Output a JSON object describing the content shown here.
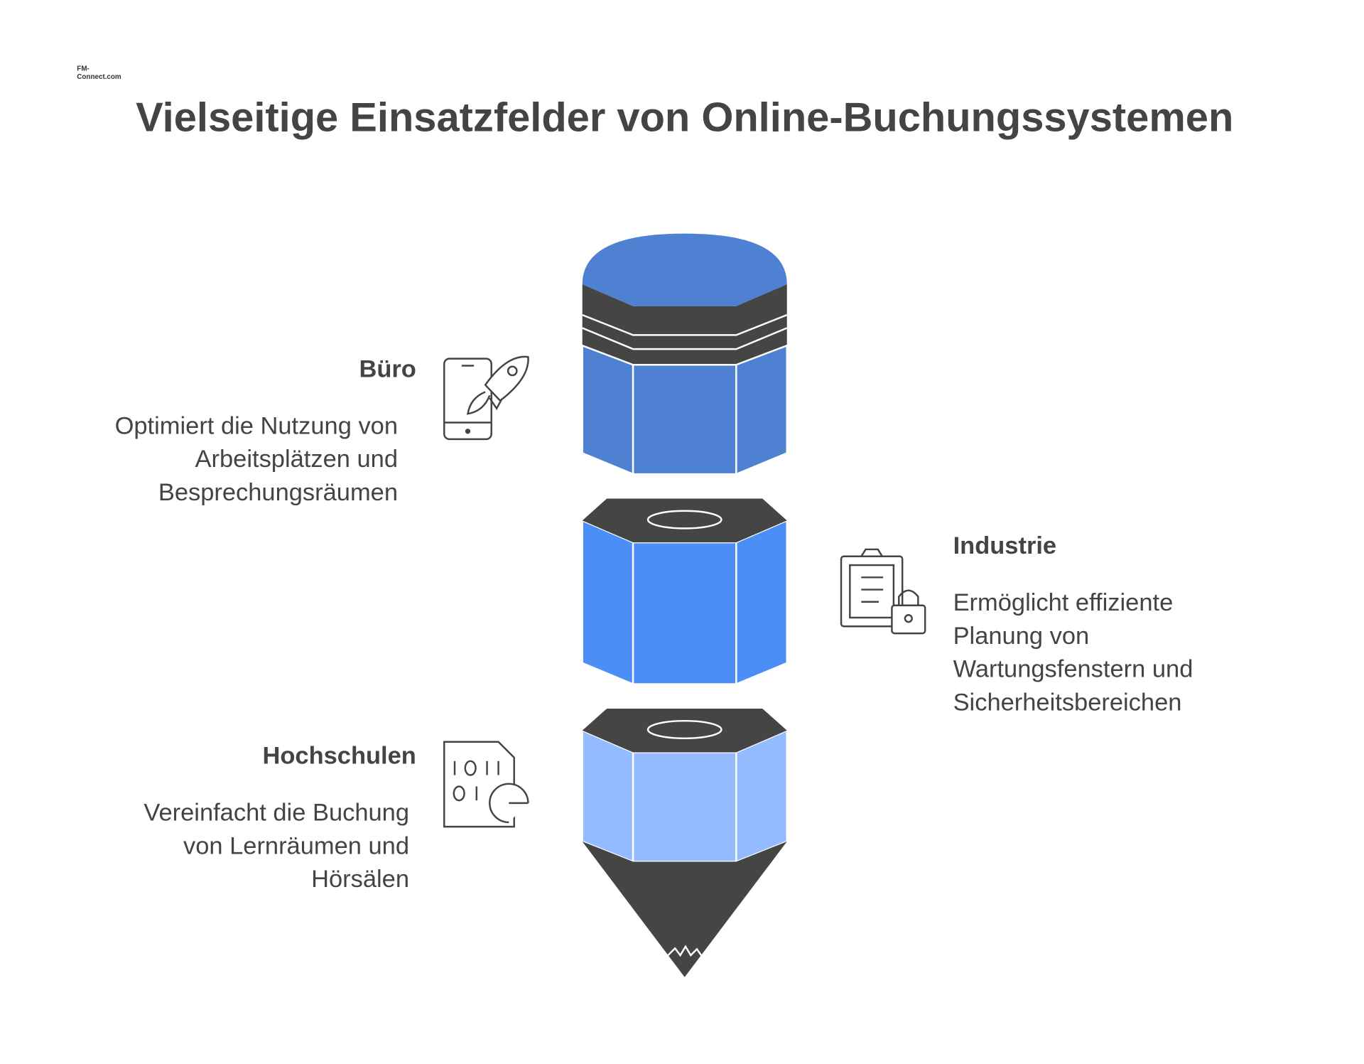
{
  "logo_text": "FM-Connect.com",
  "title": "Vielseitige Einsatzfelder von Online-Buchungssystemen",
  "items": [
    {
      "heading": "Büro",
      "lines": [
        "Optimiert die Nutzung von",
        "Arbeitsplätzen und",
        "Besprechungsräumen"
      ],
      "icon": "phone-rocket-icon",
      "color": "#4f81d3"
    },
    {
      "heading": "Industrie",
      "lines": [
        "Ermöglicht effiziente",
        "Planung von",
        "Wartungsfenstern und",
        "Sicherheitsbereichen"
      ],
      "icon": "clipboard-lock-icon",
      "color": "#4b8ef5"
    },
    {
      "heading": "Hochschulen",
      "lines": [
        "Vereinfacht die Buchung",
        "von Lernräumen und",
        "Hörsälen"
      ],
      "icon": "binary-file-refresh-icon",
      "color": "#94bbff"
    }
  ]
}
